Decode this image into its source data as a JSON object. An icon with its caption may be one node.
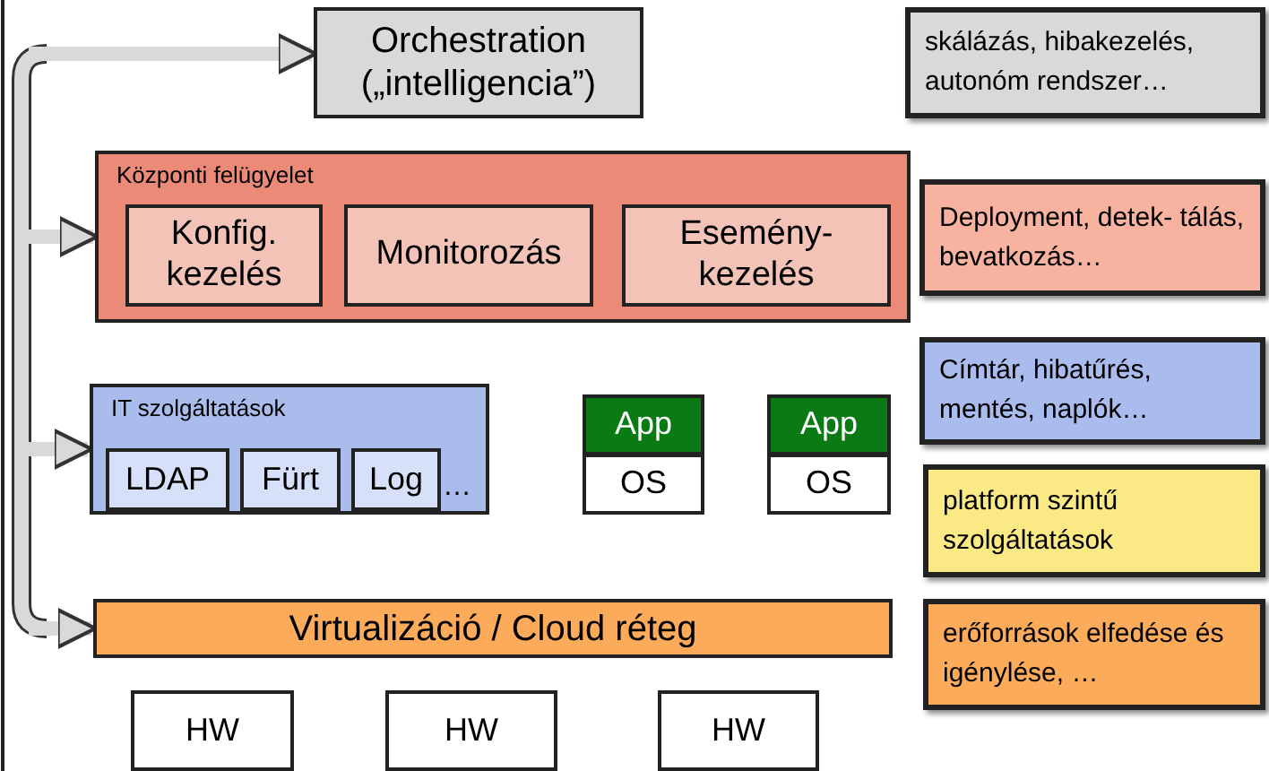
{
  "diagram": {
    "nodes": [
      {
        "text": [
          "Orchestration („intelligencia”)"
        ]
      },
      {
        "text": [
          "skálázás, hibakezelés, autonóm rendszer…"
        ]
      },
      {
        "text": [
          "Központi felügyelet"
        ]
      },
      {
        "text": [
          "Konfig. kezelés"
        ],
        "in": 2
      },
      {
        "text": [
          "Monitorozás"
        ],
        "in": 2
      },
      {
        "text": [
          "Esemény- kezelés"
        ],
        "in": 2
      },
      {
        "text": [
          "Deployment, detek- tálás, bevatkozás…"
        ]
      },
      {
        "text": [
          "IT szolgáltatások",
          "…"
        ]
      },
      {
        "text": [
          "LDAP"
        ],
        "in": 7
      },
      {
        "text": [
          "Fürt"
        ],
        "in": 7
      },
      {
        "text": [
          "Log"
        ],
        "in": 7
      },
      {
        "text": [
          "App"
        ]
      },
      {
        "text": [
          "OS"
        ]
      },
      {
        "text": [
          "App"
        ]
      },
      {
        "text": [
          "OS"
        ]
      },
      {
        "text": [
          "Címtár, hibatűrés, mentés, naplók…"
        ]
      },
      {
        "text": [
          "platform szintű szolgáltatások"
        ]
      },
      {
        "text": [
          "Virtualizáció / Cloud réteg"
        ]
      },
      {
        "text": [
          "erőforrások elfedése és igénylése, …"
        ]
      },
      {
        "text": [
          "HW"
        ]
      },
      {
        "text": [
          "HW"
        ]
      },
      {
        "text": [
          "HW"
        ]
      }
    ],
    "edges": [
      {
        "from": null,
        "to": 0,
        "arrow": "to"
      },
      {
        "from": null,
        "to": 2,
        "arrow": "to"
      },
      {
        "from": null,
        "to": 7,
        "arrow": "to"
      },
      {
        "from": null,
        "to": 17,
        "arrow": "to"
      }
    ]
  }
}
